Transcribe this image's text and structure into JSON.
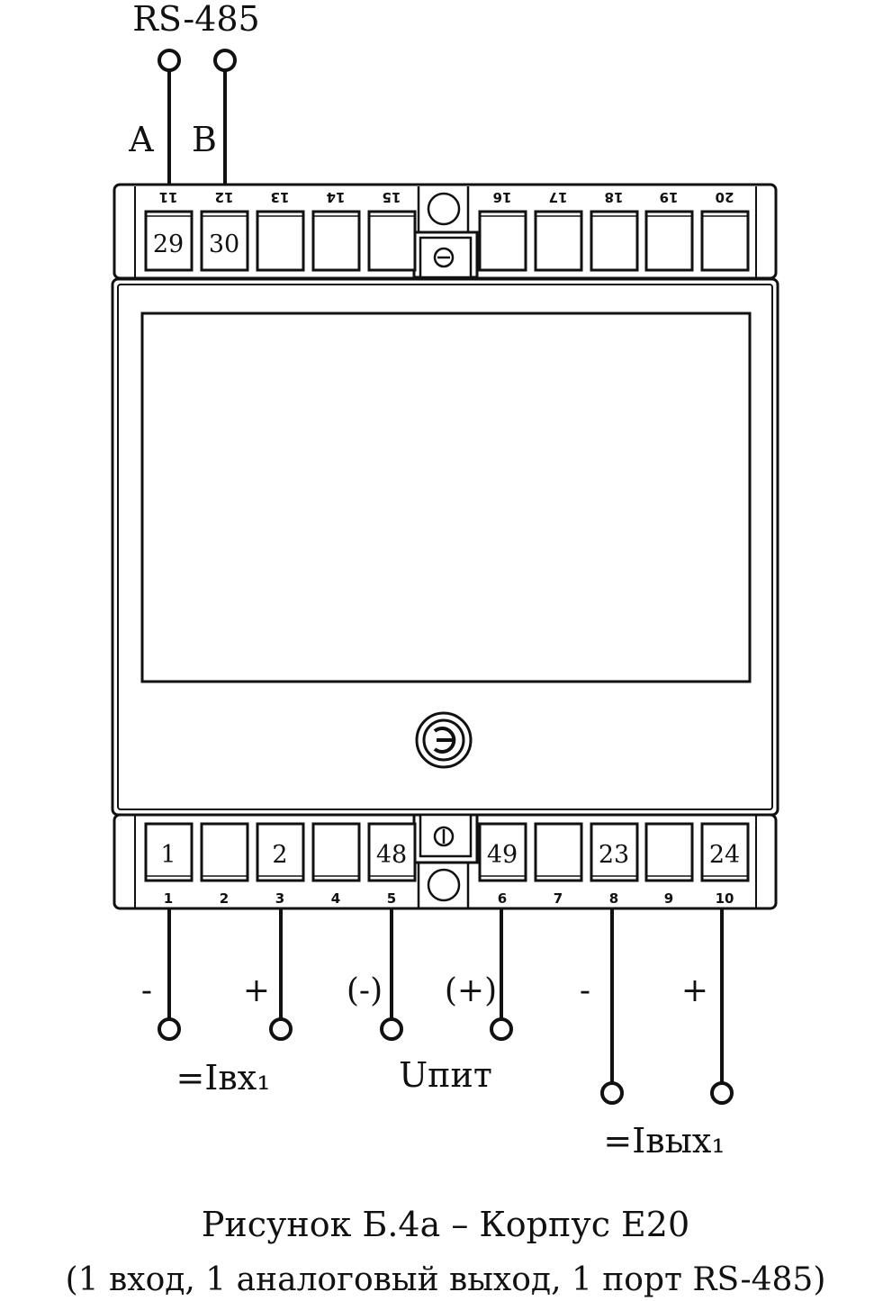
{
  "rs485": {
    "title": "RS-485",
    "line_a": "A",
    "line_b": "B"
  },
  "top_terminals": [
    {
      "num": "11",
      "label": "29"
    },
    {
      "num": "12",
      "label": "30"
    },
    {
      "num": "13",
      "label": ""
    },
    {
      "num": "14",
      "label": ""
    },
    {
      "num": "15",
      "label": ""
    },
    {
      "num": "16",
      "label": ""
    },
    {
      "num": "17",
      "label": ""
    },
    {
      "num": "18",
      "label": ""
    },
    {
      "num": "19",
      "label": ""
    },
    {
      "num": "20",
      "label": ""
    }
  ],
  "bottom_terminals": [
    {
      "num": "1",
      "label": "1"
    },
    {
      "num": "2",
      "label": ""
    },
    {
      "num": "3",
      "label": "2"
    },
    {
      "num": "4",
      "label": ""
    },
    {
      "num": "5",
      "label": "48"
    },
    {
      "num": "6",
      "label": "49"
    },
    {
      "num": "7",
      "label": ""
    },
    {
      "num": "8",
      "label": "23"
    },
    {
      "num": "9",
      "label": ""
    },
    {
      "num": "10",
      "label": "24"
    }
  ],
  "wires": [
    {
      "sign": "-"
    },
    {
      "sign": "+"
    },
    {
      "sign": "(-)"
    },
    {
      "sign": "(+)"
    },
    {
      "sign": "-"
    },
    {
      "sign": "+"
    }
  ],
  "groups": {
    "input": "=Iвх₁",
    "power": "Uпит",
    "output": "=Iвых₁"
  },
  "caption": {
    "line1": "Рисунок Б.4а – Корпус Е20",
    "line2": "(1 вход, 1 аналоговый выход, 1 порт RS-485)"
  }
}
